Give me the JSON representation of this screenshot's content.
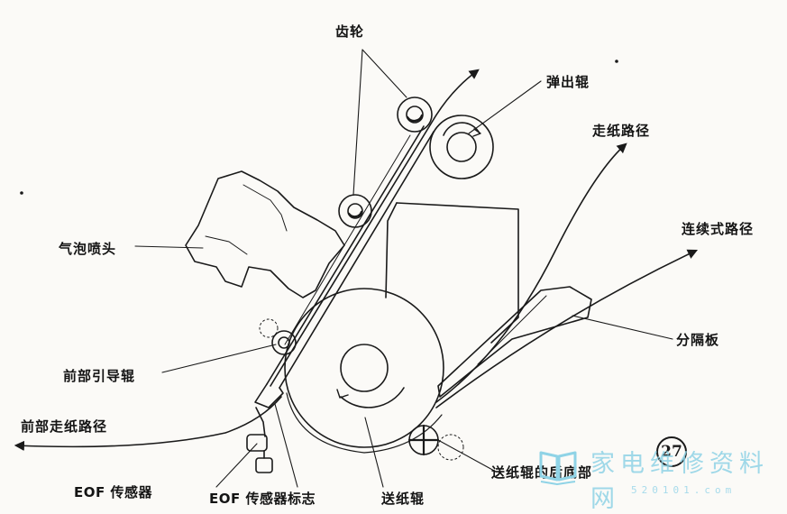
{
  "labels": {
    "gear": "齿轮",
    "ejection_roller": "弹出辊",
    "paper_path": "走纸路径",
    "continuous_path": "连续式路径",
    "bubble_nozzle": "气泡喷头",
    "separator_plate": "分隔板",
    "front_guide_roller": "前部引导辊",
    "front_paper_path": "前部走纸路径",
    "eof_sensor": "EOF 传感器",
    "eof_sensor_flag": "EOF 传感器标志",
    "feed_roller": "送纸辊",
    "feed_roller_rear_bottom": "送纸辊的后底部"
  },
  "figure_number": "27",
  "watermark": {
    "text": "家电维修资料网",
    "url": "520101.com"
  }
}
